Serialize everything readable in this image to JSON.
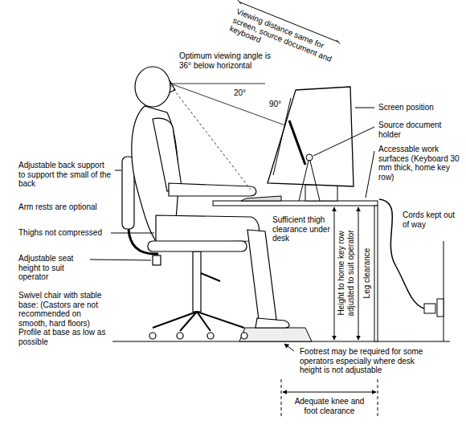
{
  "diagram": {
    "labels": [
      "Viewing distance same for screen, source document and keyboard",
      "Optimum viewing angle is 36° below horizontal",
      "20°",
      "90°",
      "Screen position",
      "Source document holder",
      "Accessable work surfaces (Keyboard 30 mm thick, home key row)",
      "Adjustable back support to support the small of the back",
      "Arm rests are optional",
      "Thighs not compressed",
      "Adjustable seat height to suit operator",
      "Swivel chair with stable base: (Castors are not recommended on smooth, hard floors) Profile at base as low as possible",
      "Sufficient thigh clearance under desk",
      "Height to home key row adjusted to suit operator",
      "Leg clearance",
      "Cords kept out of way",
      "Footrest may be required for some operators especially where desk height is not adjustable",
      "Adequate knee and foot clearance"
    ]
  }
}
